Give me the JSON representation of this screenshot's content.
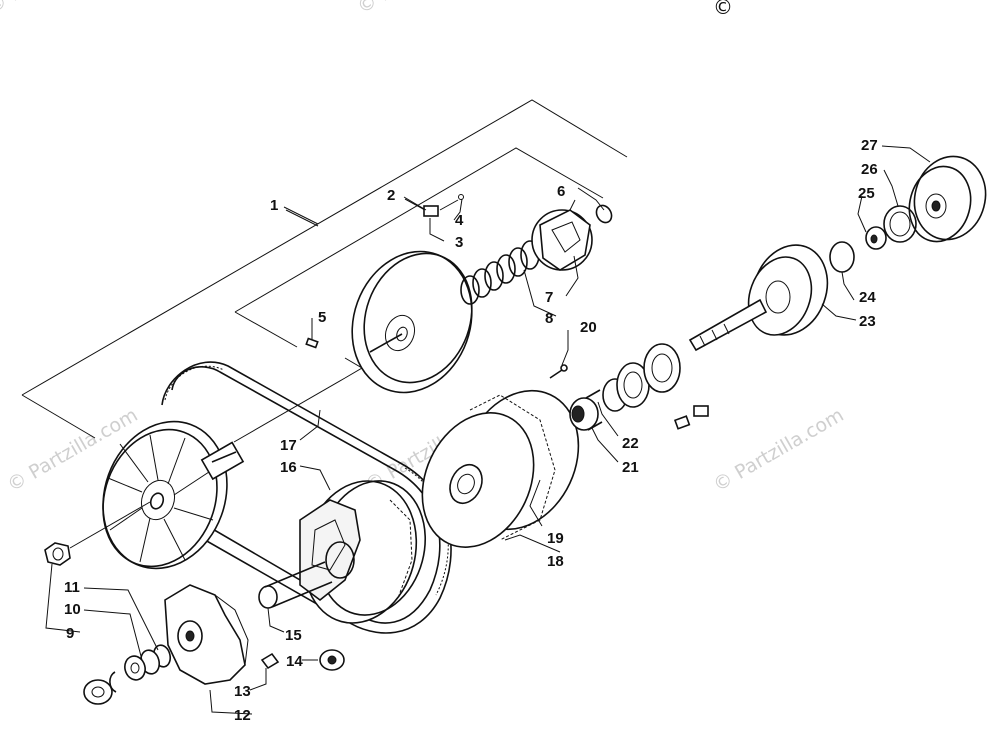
{
  "watermark": {
    "text": "© Partzilla.com",
    "copyright_mark": "©"
  },
  "callouts": [
    {
      "id": "1",
      "label": "1"
    },
    {
      "id": "2",
      "label": "2"
    },
    {
      "id": "3",
      "label": "3"
    },
    {
      "id": "4",
      "label": "4"
    },
    {
      "id": "5",
      "label": "5"
    },
    {
      "id": "6",
      "label": "6"
    },
    {
      "id": "7",
      "label": "7"
    },
    {
      "id": "8",
      "label": "8"
    },
    {
      "id": "9",
      "label": "9"
    },
    {
      "id": "10",
      "label": "10"
    },
    {
      "id": "11",
      "label": "11"
    },
    {
      "id": "12",
      "label": "12"
    },
    {
      "id": "13",
      "label": "13"
    },
    {
      "id": "14",
      "label": "14"
    },
    {
      "id": "15",
      "label": "15"
    },
    {
      "id": "16",
      "label": "16"
    },
    {
      "id": "17",
      "label": "17"
    },
    {
      "id": "18",
      "label": "18"
    },
    {
      "id": "19",
      "label": "19"
    },
    {
      "id": "20",
      "label": "20"
    },
    {
      "id": "21",
      "label": "21"
    },
    {
      "id": "22",
      "label": "22"
    },
    {
      "id": "23",
      "label": "23"
    },
    {
      "id": "24",
      "label": "24"
    },
    {
      "id": "25",
      "label": "25"
    },
    {
      "id": "26",
      "label": "26"
    },
    {
      "id": "27",
      "label": "27"
    }
  ]
}
